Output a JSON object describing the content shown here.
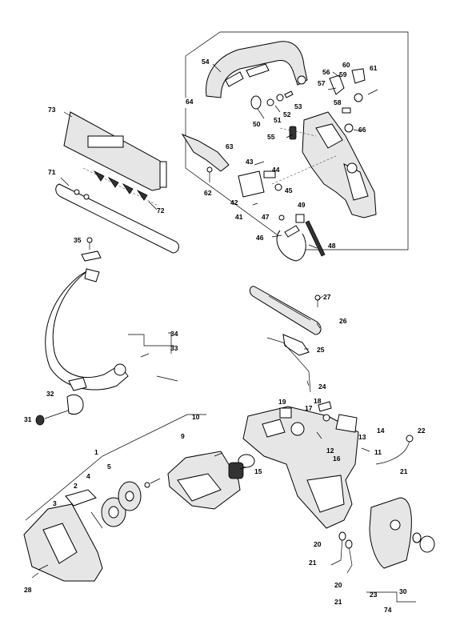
{
  "part_labels": [
    "1",
    "2",
    "3",
    "4",
    "5",
    "9",
    "10",
    "11",
    "12",
    "13",
    "14",
    "15",
    "16",
    "17",
    "18",
    "19",
    "20",
    "20",
    "21",
    "21",
    "21",
    "22",
    "23",
    "24",
    "25",
    "26",
    "27",
    "28",
    "30",
    "31",
    "32",
    "33",
    "34",
    "35",
    "41",
    "42",
    "43",
    "44",
    "45",
    "46",
    "47",
    "48",
    "49",
    "50",
    "51",
    "52",
    "53",
    "54",
    "55",
    "56",
    "57",
    "58",
    "59",
    "60",
    "61",
    "62",
    "63",
    "64",
    "66",
    "71",
    "72",
    "73",
    "74"
  ]
}
